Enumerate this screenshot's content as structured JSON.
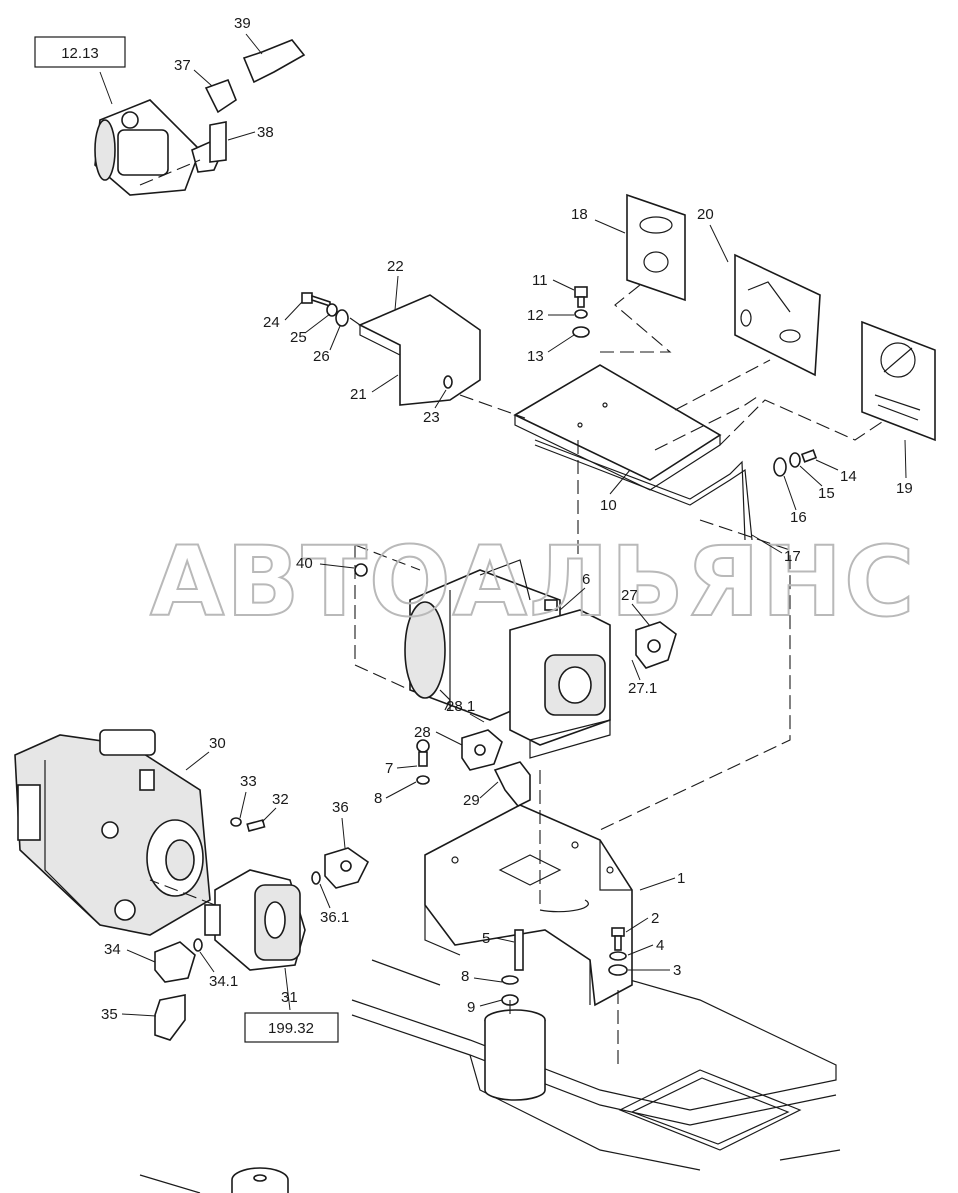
{
  "watermark": "АВТОАЛЬЯНС",
  "reference_boxes": [
    "12.13",
    "199.32"
  ],
  "callouts": [
    "1",
    "2",
    "3",
    "4",
    "5",
    "6",
    "7",
    "8",
    "8",
    "9",
    "10",
    "11",
    "12",
    "13",
    "14",
    "15",
    "16",
    "17",
    "18",
    "19",
    "20",
    "21",
    "22",
    "23",
    "24",
    "25",
    "26",
    "27",
    "27.1",
    "28",
    "28.1",
    "29",
    "30",
    "31",
    "32",
    "33",
    "34",
    "34.1",
    "35",
    "36",
    "36.1",
    "37",
    "38",
    "39",
    "40"
  ]
}
